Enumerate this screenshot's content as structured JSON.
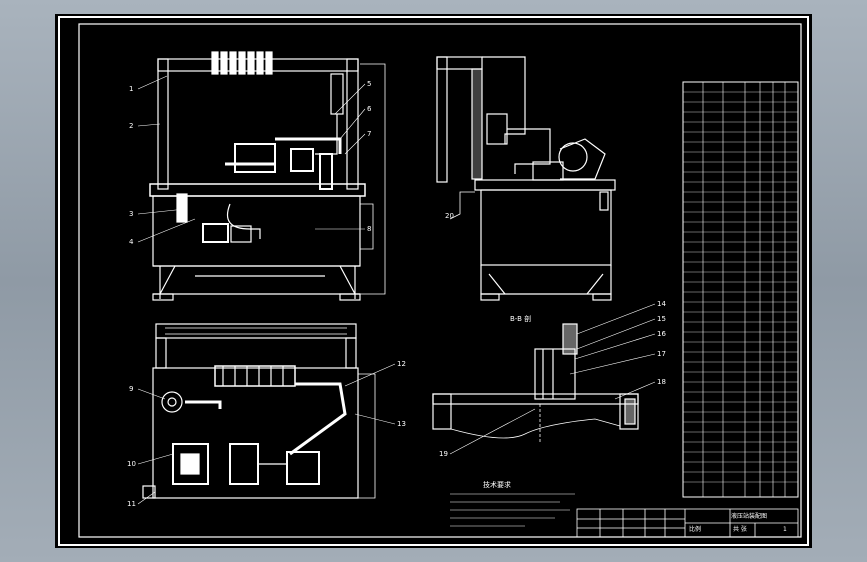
{
  "drawing": {
    "notes_title": "技术要求",
    "view_label": "B-B 剖",
    "sheet_number": "1",
    "title_block": {
      "drawing_name": "液压站装配图",
      "scale_label": "比例",
      "sheet_label": "共 张"
    },
    "callouts": [
      "1",
      "2",
      "3",
      "4",
      "5",
      "6",
      "7",
      "8",
      "9",
      "10",
      "11",
      "12",
      "13",
      "14",
      "15",
      "16",
      "17",
      "18",
      "19",
      "20"
    ]
  },
  "colors": {
    "background": "#000000",
    "line": "#ffffff",
    "window_frame": "#a3adb7"
  }
}
